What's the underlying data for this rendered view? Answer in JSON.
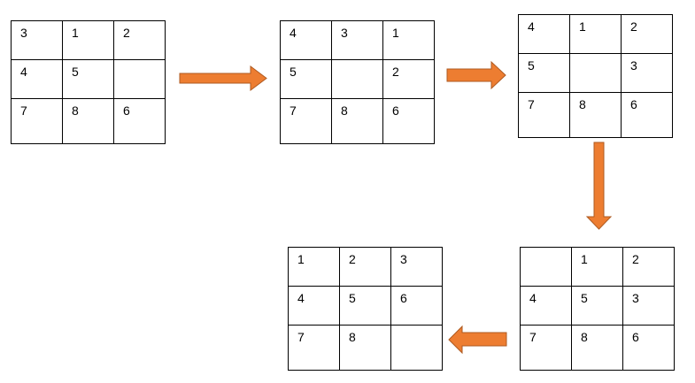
{
  "states": [
    {
      "cells": [
        [
          "3",
          "1",
          "2"
        ],
        [
          "4",
          "5",
          ""
        ],
        [
          "7",
          "8",
          "6"
        ]
      ]
    },
    {
      "cells": [
        [
          "4",
          "3",
          "1"
        ],
        [
          "5",
          "",
          "2"
        ],
        [
          "7",
          "8",
          "6"
        ]
      ]
    },
    {
      "cells": [
        [
          "4",
          "1",
          "2"
        ],
        [
          "5",
          "",
          "3"
        ],
        [
          "7",
          "8",
          "6"
        ]
      ]
    },
    {
      "cells": [
        [
          "",
          "1",
          "2"
        ],
        [
          "4",
          "5",
          "3"
        ],
        [
          "7",
          "8",
          "6"
        ]
      ]
    },
    {
      "cells": [
        [
          "1",
          "2",
          "3"
        ],
        [
          "4",
          "5",
          "6"
        ],
        [
          "7",
          "8",
          ""
        ]
      ]
    }
  ],
  "colors": {
    "arrow_fill": "#ED7D31",
    "arrow_stroke": "#AE5A21"
  }
}
